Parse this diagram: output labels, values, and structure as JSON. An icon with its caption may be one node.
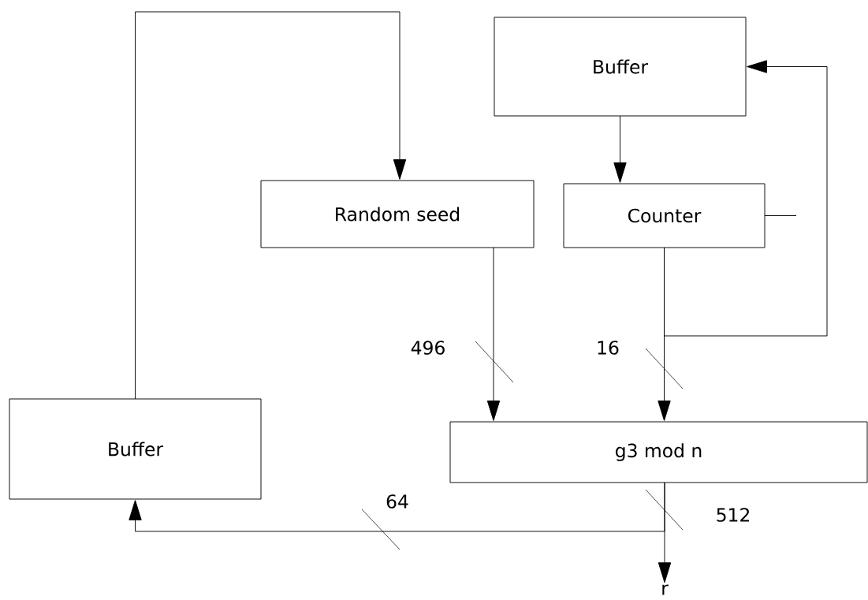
{
  "diagram": {
    "nodes": [
      {
        "text": [
          "Buffer"
        ]
      },
      {
        "text": [
          "Random seed"
        ]
      },
      {
        "text": [
          "Counter"
        ]
      },
      {
        "text": [
          "Buffer"
        ]
      },
      {
        "text": [
          "g3 mod n"
        ]
      },
      {
        "text": [
          "r"
        ]
      }
    ],
    "edges": [
      {
        "from": 0,
        "to": 2,
        "arrow": "to"
      },
      {
        "from": 1,
        "to": 4,
        "arrow": "to",
        "label": "496"
      },
      {
        "from": 2,
        "to": 4,
        "arrow": "to",
        "label": "16"
      },
      {
        "from": 2,
        "to": 0,
        "arrow": "to"
      },
      {
        "from": 3,
        "to": 1,
        "arrow": "to"
      },
      {
        "from": 4,
        "to": 5,
        "arrow": "to",
        "label": "512"
      },
      {
        "from": 4,
        "to": 3,
        "arrow": "to",
        "label": "64"
      },
      {
        "from": 2,
        "to": null,
        "arrow": "none"
      }
    ]
  }
}
